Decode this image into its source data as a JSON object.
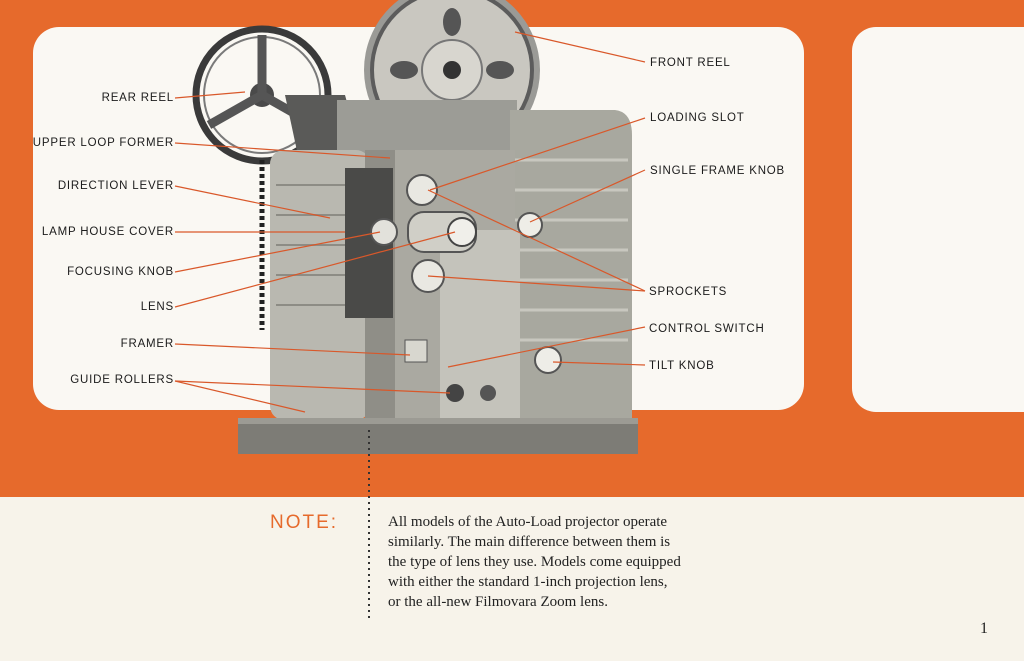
{
  "labels_left": {
    "rear_reel": "REAR REEL",
    "upper_loop_former": "UPPER LOOP FORMER",
    "direction_lever": "DIRECTION LEVER",
    "lamp_house_cover": "LAMP HOUSE COVER",
    "focusing_knob": "FOCUSING KNOB",
    "lens": "LENS",
    "framer": "FRAMER",
    "guide_rollers": "GUIDE ROLLERS"
  },
  "labels_right": {
    "front_reel": "FRONT REEL",
    "loading_slot": "LOADING SLOT",
    "single_frame_knob": "SINGLE FRAME KNOB",
    "sprockets": "SPROCKETS",
    "control_switch": "CONTROL SWITCH",
    "tilt_knob": "TILT KNOB"
  },
  "note": {
    "title": "NOTE:",
    "lines": [
      "All models of the Auto-Load projector operate",
      "similarly. The main difference between them is",
      "the type of lens they use. Models come equipped",
      "with either the standard 1-inch projection lens,",
      "or the all-new Filmovara Zoom lens."
    ]
  },
  "page_number": "1",
  "colors": {
    "accent": "#e66a2c",
    "leader": "#d9582a",
    "paper": "#f7f3ea"
  }
}
